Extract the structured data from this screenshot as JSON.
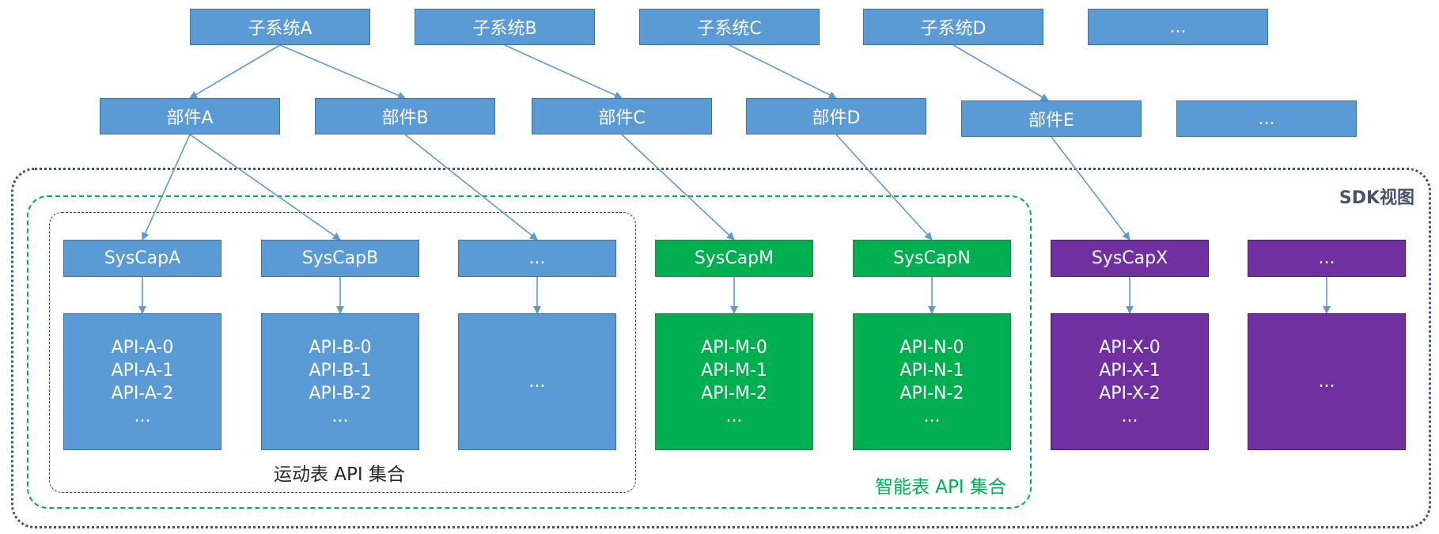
{
  "subsystems": [
    "子系统A",
    "子系统B",
    "子系统C",
    "子系统D",
    "..."
  ],
  "components": [
    "部件A",
    "部件B",
    "部件C",
    "部件D",
    "部件E",
    "..."
  ],
  "syscaps": [
    "SysCapA",
    "SysCapB",
    "...",
    "SysCapM",
    "SysCapN",
    "SysCapX",
    "..."
  ],
  "api_sets": [
    [
      "API-A-0",
      "API-A-1",
      "API-A-2",
      "..."
    ],
    [
      "API-B-0",
      "API-B-1",
      "API-B-2",
      "..."
    ],
    [
      "..."
    ],
    [
      "API-M-0",
      "API-M-1",
      "API-M-2",
      "..."
    ],
    [
      "API-N-0",
      "API-N-1",
      "API-N-2",
      "..."
    ],
    [
      "API-X-0",
      "API-X-1",
      "API-X-2",
      "..."
    ],
    [
      "..."
    ]
  ],
  "regions": {
    "sdk_view": "SDK视图",
    "smart_watch": "智能表 API 集合",
    "sport_watch": "运动表 API 集合"
  },
  "colors": {
    "blue": "#5b9bd5",
    "green": "#00b050",
    "purple": "#7030a0",
    "edge": "#5b9bd5",
    "sdk_border": "#44546a"
  },
  "edges": [
    {
      "from": "子系统A",
      "to": "部件A"
    },
    {
      "from": "子系统A",
      "to": "部件B"
    },
    {
      "from": "子系统B",
      "to": "部件C"
    },
    {
      "from": "子系统C",
      "to": "部件D"
    },
    {
      "from": "子系统D",
      "to": "部件E"
    },
    {
      "from": "部件A",
      "to": "SysCapA"
    },
    {
      "from": "部件A",
      "to": "SysCapB"
    },
    {
      "from": "部件B",
      "to": "..."
    },
    {
      "from": "部件C",
      "to": "SysCapM"
    },
    {
      "from": "部件D",
      "to": "SysCapN"
    },
    {
      "from": "部件E",
      "to": "SysCapX"
    }
  ]
}
